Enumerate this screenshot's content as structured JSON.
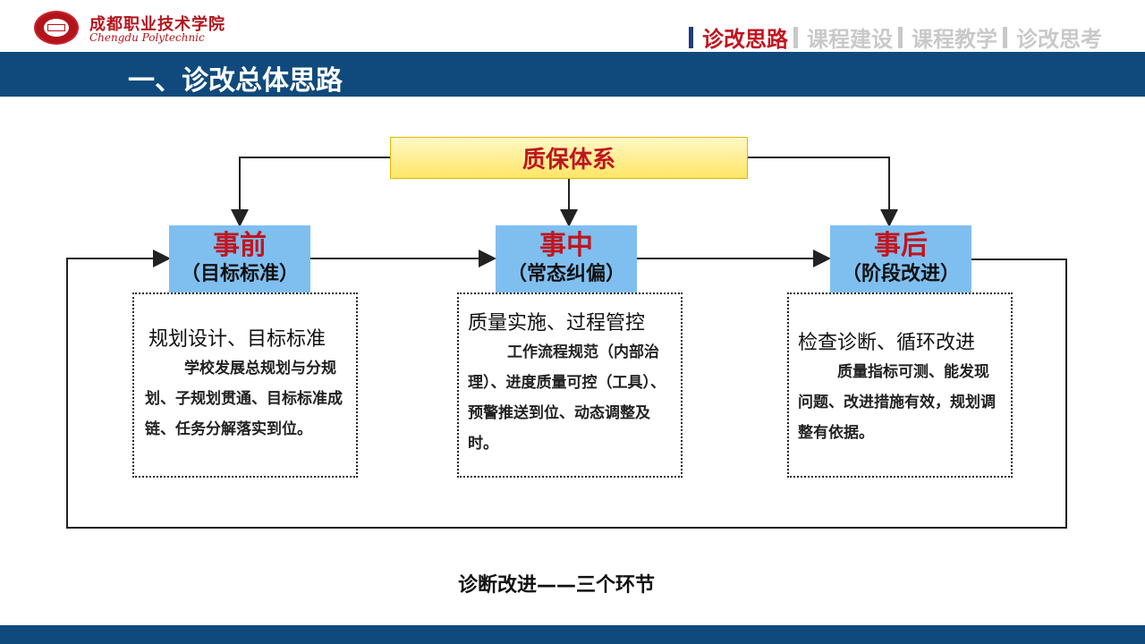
{
  "header": {
    "school_cn": "成都职业技术学院",
    "school_en": "Chengdu Polytechnic",
    "nav": [
      "诊改思路",
      "课程建设",
      "课程教学",
      "诊改思考"
    ],
    "active_index": 0
  },
  "section_title": "一、诊改总体思路",
  "diagram": {
    "top_box": "质保体系",
    "stages": [
      {
        "title": "事前",
        "subtitle": "（目标标准）"
      },
      {
        "title": "事中",
        "subtitle": "（常态纠偏）"
      },
      {
        "title": "事后",
        "subtitle": "（阶段改进）"
      }
    ],
    "descriptions": [
      {
        "heading": "规划设计、目标标准",
        "body": "学校发展总规划与分规划、子规划贯通、目标标准成链、任务分解落实到位。"
      },
      {
        "heading": "质量实施、过程管控",
        "body": "工作流程规范（内部治理）、进度质量可控（工具）、预警推送到位、动态调整及时。"
      },
      {
        "heading": "检查诊断、循环改进",
        "body": "质量指标可测、能发现问题、改进措施有效，规划调整有依据。"
      }
    ],
    "caption": "诊断改进——三个环节"
  },
  "colors": {
    "brand_red": "#c0151f",
    "band_blue": "#104a7c",
    "stage_blue": "#7fbff0",
    "nav_inactive": "#c9c9c9"
  }
}
